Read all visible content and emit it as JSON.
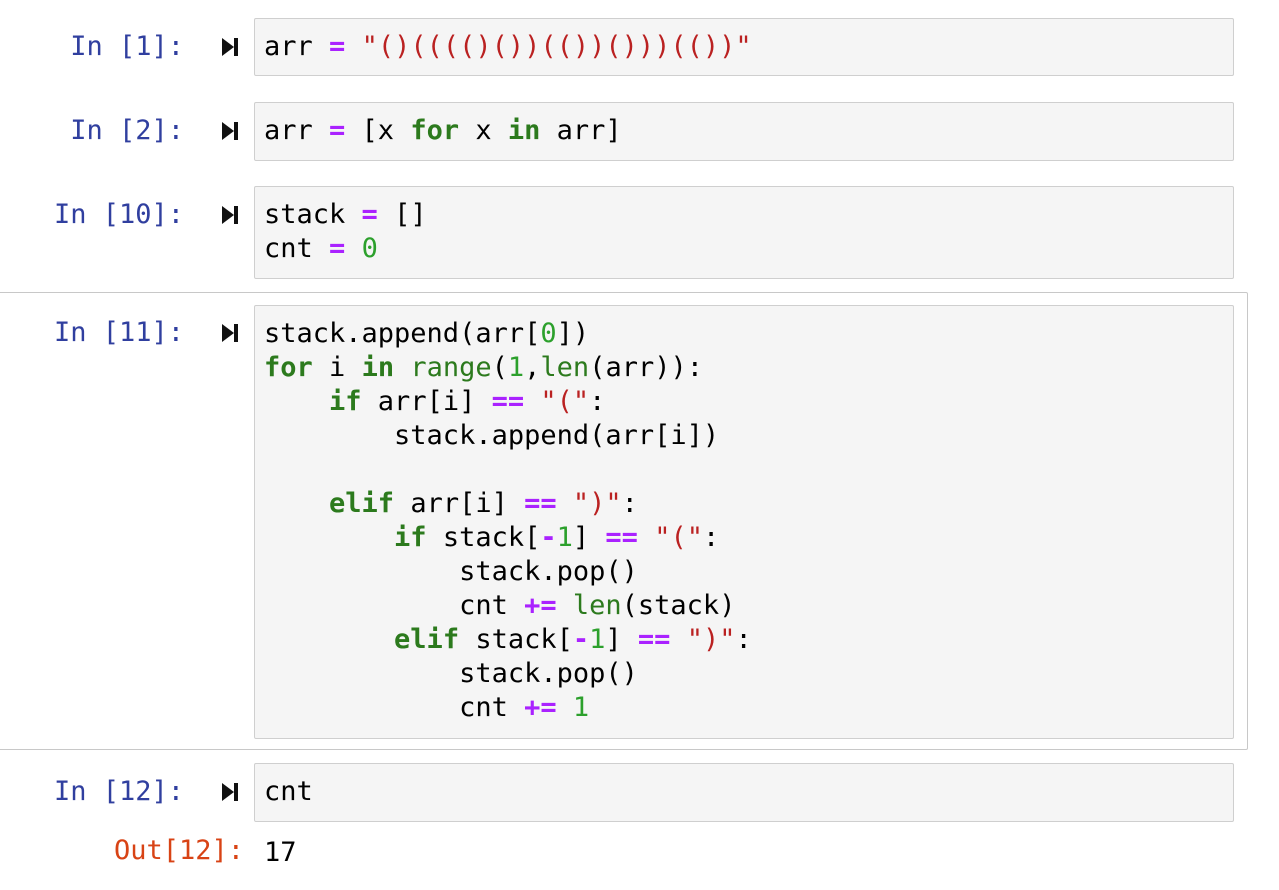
{
  "cells": [
    {
      "prompt": "In [1]:",
      "lines": [
        [
          [
            "n",
            "arr "
          ],
          [
            "op",
            "="
          ],
          [
            "n",
            " "
          ],
          [
            "str",
            "\"()(((()())(())()))(())\""
          ]
        ]
      ]
    },
    {
      "prompt": "In [2]:",
      "lines": [
        [
          [
            "n",
            "arr "
          ],
          [
            "op",
            "="
          ],
          [
            "n",
            " [x "
          ],
          [
            "kw",
            "for"
          ],
          [
            "n",
            " x "
          ],
          [
            "kw",
            "in"
          ],
          [
            "n",
            " arr]"
          ]
        ]
      ]
    },
    {
      "prompt": "In [10]:",
      "lines": [
        [
          [
            "n",
            "stack "
          ],
          [
            "op",
            "="
          ],
          [
            "n",
            " []"
          ]
        ],
        [
          [
            "n",
            "cnt "
          ],
          [
            "op",
            "="
          ],
          [
            "n",
            " "
          ],
          [
            "num",
            "0"
          ]
        ]
      ]
    },
    {
      "prompt": "In [11]:",
      "lines": [
        [
          [
            "n",
            "stack.append(arr["
          ],
          [
            "num",
            "0"
          ],
          [
            "n",
            "])"
          ]
        ],
        [
          [
            "kw",
            "for"
          ],
          [
            "n",
            " i "
          ],
          [
            "kw",
            "in"
          ],
          [
            "n",
            " "
          ],
          [
            "bi",
            "range"
          ],
          [
            "n",
            "("
          ],
          [
            "num",
            "1"
          ],
          [
            "n",
            ","
          ],
          [
            "bi",
            "len"
          ],
          [
            "n",
            "(arr)):"
          ]
        ],
        [
          [
            "n",
            "    "
          ],
          [
            "kw",
            "if"
          ],
          [
            "n",
            " arr[i] "
          ],
          [
            "op",
            "=="
          ],
          [
            "n",
            " "
          ],
          [
            "str",
            "\"(\""
          ],
          [
            "n",
            ":"
          ]
        ],
        [
          [
            "n",
            "        stack.append(arr[i])"
          ]
        ],
        [
          [
            "n",
            ""
          ]
        ],
        [
          [
            "n",
            "    "
          ],
          [
            "kw",
            "elif"
          ],
          [
            "n",
            " arr[i] "
          ],
          [
            "op",
            "=="
          ],
          [
            "n",
            " "
          ],
          [
            "str",
            "\")\""
          ],
          [
            "n",
            ":"
          ]
        ],
        [
          [
            "n",
            "        "
          ],
          [
            "kw",
            "if"
          ],
          [
            "n",
            " stack["
          ],
          [
            "op",
            "-"
          ],
          [
            "num",
            "1"
          ],
          [
            "n",
            "] "
          ],
          [
            "op",
            "=="
          ],
          [
            "n",
            " "
          ],
          [
            "str",
            "\"(\""
          ],
          [
            "n",
            ":"
          ]
        ],
        [
          [
            "n",
            "            stack.pop()"
          ]
        ],
        [
          [
            "n",
            "            cnt "
          ],
          [
            "op",
            "+="
          ],
          [
            "n",
            " "
          ],
          [
            "bi",
            "len"
          ],
          [
            "n",
            "(stack)"
          ]
        ],
        [
          [
            "n",
            "        "
          ],
          [
            "kw",
            "elif"
          ],
          [
            "n",
            " stack["
          ],
          [
            "op",
            "-"
          ],
          [
            "num",
            "1"
          ],
          [
            "n",
            "] "
          ],
          [
            "op",
            "=="
          ],
          [
            "n",
            " "
          ],
          [
            "str",
            "\")\""
          ],
          [
            "n",
            ":"
          ]
        ],
        [
          [
            "n",
            "            stack.pop()"
          ]
        ],
        [
          [
            "n",
            "            cnt "
          ],
          [
            "op",
            "+="
          ],
          [
            "n",
            " "
          ],
          [
            "num",
            "1"
          ]
        ]
      ]
    },
    {
      "prompt": "In [12]:",
      "lines": [
        [
          [
            "n",
            "cnt"
          ]
        ]
      ]
    }
  ],
  "output": {
    "prompt": "Out[12]:",
    "value": "17"
  },
  "icons": {
    "run_icon": "run-cell-icon"
  }
}
